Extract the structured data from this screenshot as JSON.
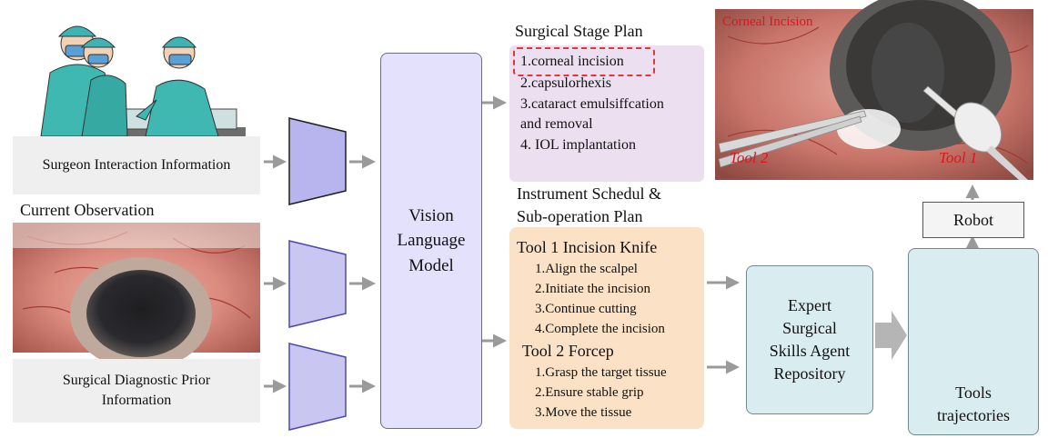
{
  "inputs": {
    "surgeon_label": "Surgeon Interaction Information",
    "observation_heading": "Current Observation",
    "prior_label": "Surgical Diagnostic Prior Information"
  },
  "vlm": {
    "line1": "Vision",
    "line2": "Language",
    "line3": "Model"
  },
  "stage_plan": {
    "heading": "Surgical Stage Plan",
    "items": [
      "1.corneal incision",
      "2.capsulorhexis",
      "3.cataract emulsiffcation",
      "and removal",
      "4. IOL implantation"
    ]
  },
  "instrument_plan": {
    "heading_line1": "Instrument Schedul &",
    "heading_line2": "Sub-operation Plan",
    "tool1": {
      "name": "Tool 1 Incision Knife",
      "steps": [
        "1.Align the scalpel",
        "2.Initiate the incision",
        "3.Continue cutting",
        "4.Complete the incision"
      ]
    },
    "tool2": {
      "name": "Tool 2 Forcep",
      "steps": [
        "1.Grasp the target tissue",
        "2.Ensure stable grip",
        "3.Move the tissue"
      ]
    }
  },
  "expert": {
    "line1": "Expert",
    "line2": "Surgical",
    "line3": "Skills Agent",
    "line4": "Repository"
  },
  "trajectories": {
    "line1": "Tools",
    "line2": "trajectories"
  },
  "robot_label": "Robot",
  "surgical_image": {
    "title": "Corneal Incision",
    "tool2_label": "Tool 2",
    "tool1_label": "Tool 1"
  },
  "colors": {
    "vlm_fill": "#e3e1fb",
    "stage_fill": "#ecdff0",
    "tools_fill": "#fbe1c5",
    "expert_fill": "#d9ecef",
    "highlight_red": "#e0363c",
    "traj_red": "#e0141e",
    "traj_green": "#1e9a2a",
    "encoder_fill": "#c9c6f2"
  }
}
